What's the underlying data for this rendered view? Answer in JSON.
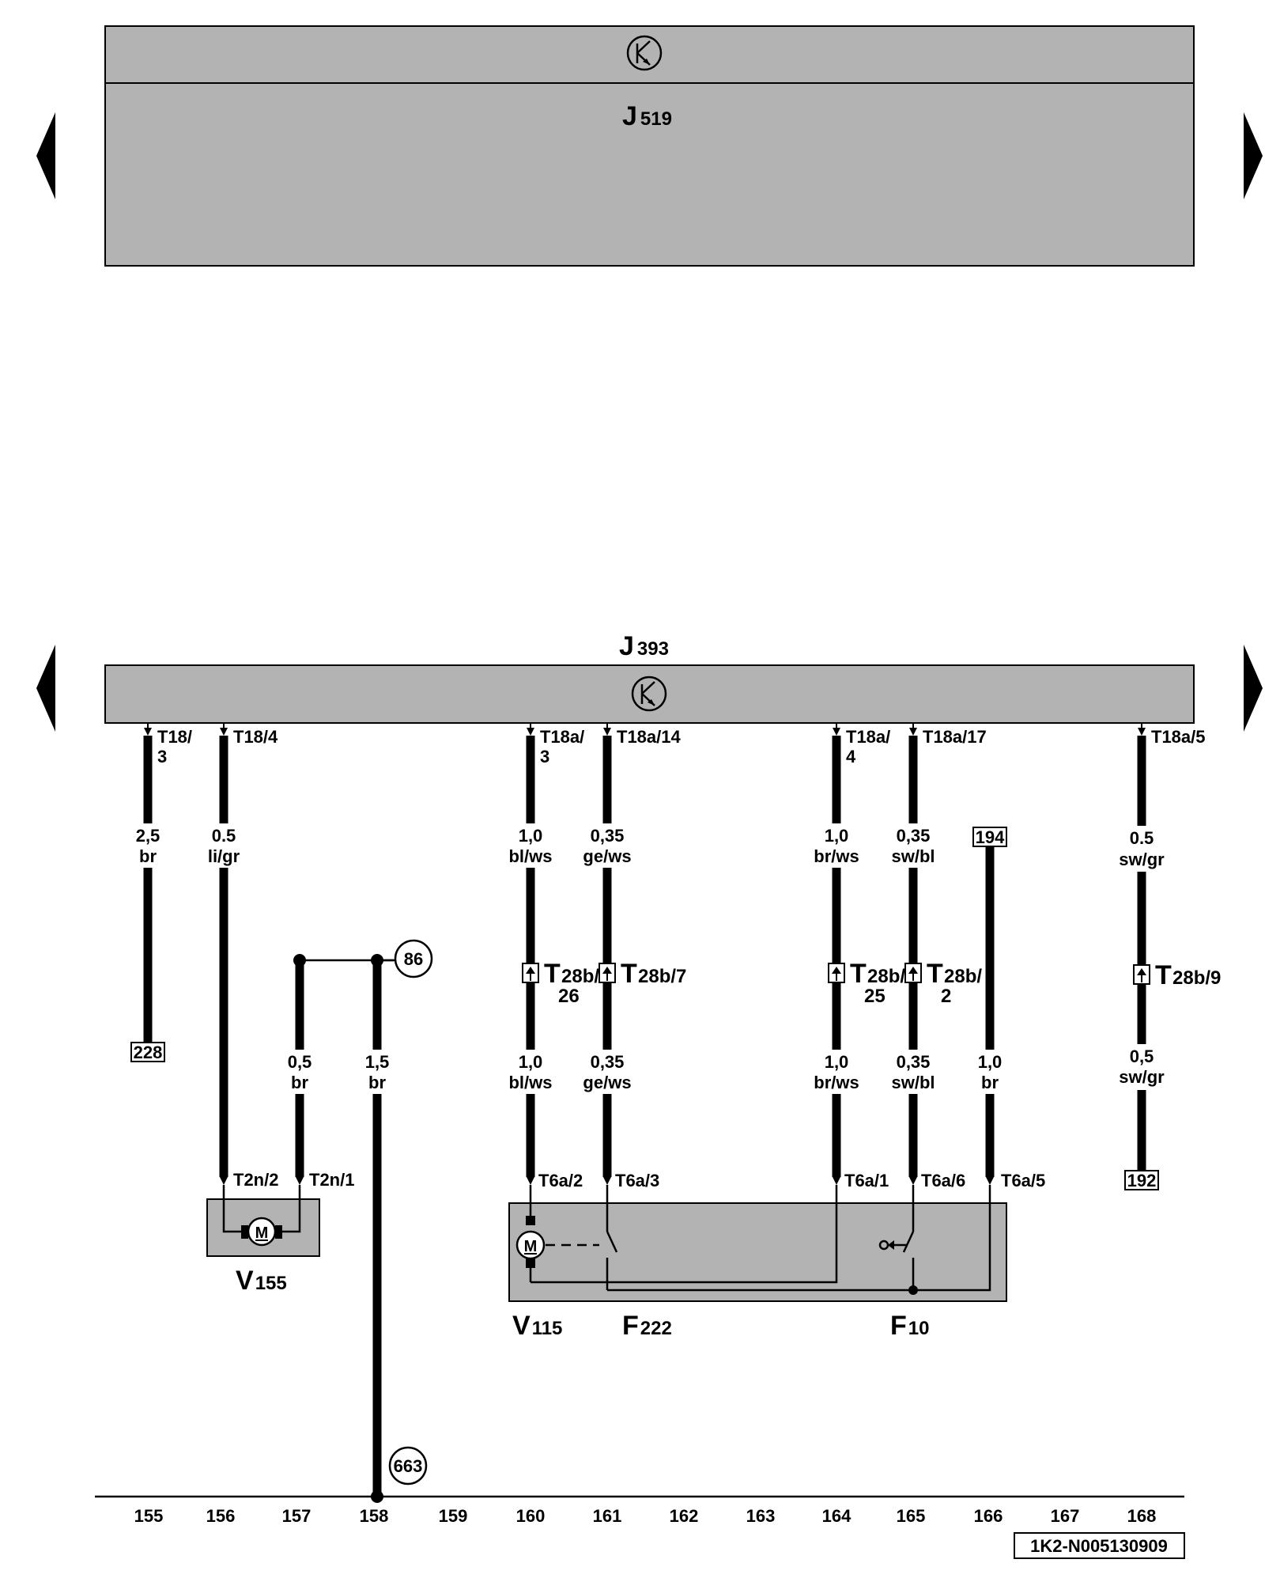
{
  "top_unit": {
    "name": "J",
    "sub": "519"
  },
  "bus_unit": {
    "name": "J",
    "sub": "393"
  },
  "pins": {
    "t18_3_a": "T18/",
    "t18_3_b": "3",
    "t18_4": "T18/4",
    "t18a_3_a": "T18a/",
    "t18a_3_b": "3",
    "t18a_14": "T18a/14",
    "t18a_4_a": "T18a/",
    "t18a_4_b": "4",
    "t18a_17": "T18a/17",
    "t18a_5": "T18a/5",
    "t2n_2": "T2n/2",
    "t2n_1": "T2n/1",
    "t6a_2": "T6a/2",
    "t6a_3": "T6a/3",
    "t6a_1": "T6a/1",
    "t6a_6": "T6a/6",
    "t6a_5": "T6a/5"
  },
  "wires": {
    "w1_size": "2,5",
    "w1_color": "br",
    "w2_size": "0.5",
    "w2_color": "li/gr",
    "w3_size": "1,0",
    "w3_color": "bl/ws",
    "w4_size": "0,35",
    "w4_color": "ge/ws",
    "w5_size": "1,0",
    "w5_color": "br/ws",
    "w6_size": "0,35",
    "w6_color": "sw/bl",
    "w7_size": "0.5",
    "w7_color": "sw/gr",
    "w8_size": "0,5",
    "w8_color": "br",
    "w9_size": "1,5",
    "w9_color": "br",
    "w10_size": "1,0",
    "w10_color": "bl/ws",
    "w11_size": "0,35",
    "w11_color": "ge/ws",
    "w12_size": "1,0",
    "w12_color": "br/ws",
    "w13_size": "0,35",
    "w13_color": "sw/bl",
    "w14_size": "1,0",
    "w14_color": "br",
    "w15_size": "0,5",
    "w15_color": "sw/gr"
  },
  "connectors": {
    "c1_main": "T",
    "c1_sub": "28b/",
    "c1_sub2": "26",
    "c2_main": "T",
    "c2_sub": "28b/7",
    "c3_main": "T",
    "c3_sub": "28b/",
    "c3_sub2": "25",
    "c4_main": "T",
    "c4_sub": "28b/",
    "c4_sub2": "2",
    "c5_main": "T",
    "c5_sub": "28b/9"
  },
  "refs": {
    "box_228": "228",
    "box_194": "194",
    "box_192": "192",
    "circle_86": "86",
    "circle_663": "663"
  },
  "components": {
    "v155_name": "V",
    "v155_sub": "155",
    "v115_name": "V",
    "v115_sub": "115",
    "f222_name": "F",
    "f222_sub": "222",
    "f10_name": "F",
    "f10_sub": "10",
    "motor_symbol": "M"
  },
  "columns": [
    "155",
    "156",
    "157",
    "158",
    "159",
    "160",
    "161",
    "162",
    "163",
    "164",
    "165",
    "166",
    "167",
    "168"
  ],
  "footer_code": "1K2-N005130909",
  "icons": {
    "prev_top": "left-triangle-icon",
    "next_top": "right-triangle-icon",
    "prev_bottom": "left-triangle-icon",
    "next_bottom": "right-triangle-icon",
    "ecu": "control-unit-icon"
  }
}
